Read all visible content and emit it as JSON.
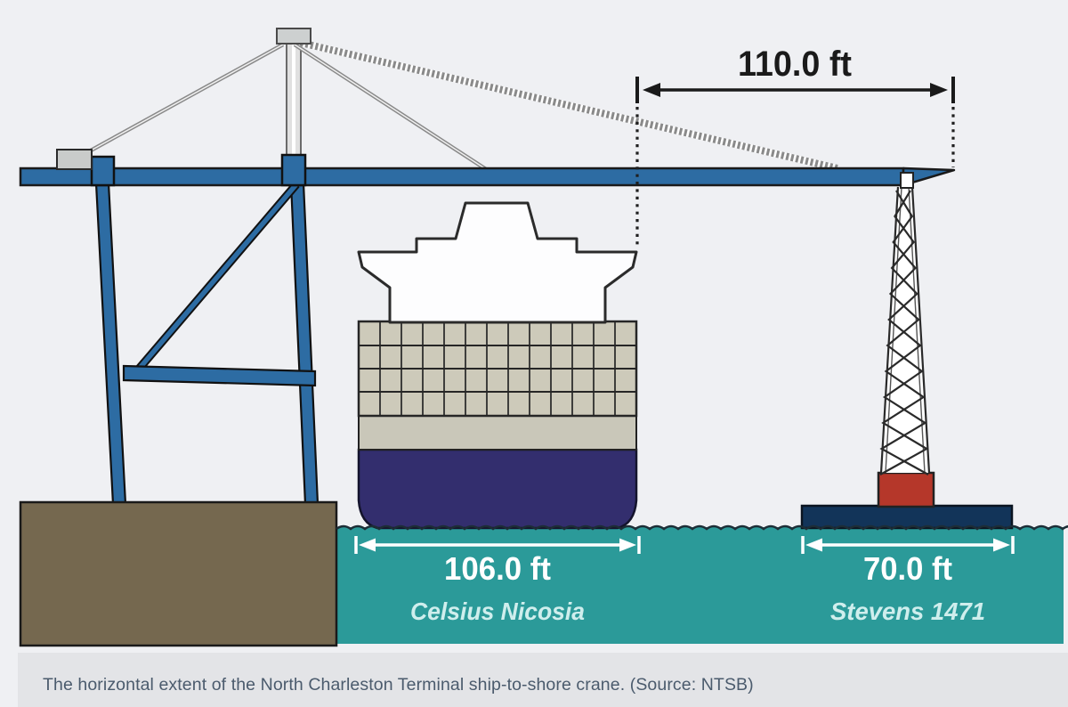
{
  "measurements": {
    "crane_outreach": {
      "value": "110.0 ft"
    },
    "ship": {
      "value": "106.0 ft",
      "name": "Celsius Nicosia"
    },
    "barge": {
      "value": "70.0 ft",
      "name": "Stevens 1471"
    }
  },
  "caption": {
    "text": "The horizontal extent of the North Charleston Terminal ship-to-shore crane. (Source: NTSB)"
  },
  "colors": {
    "page_bg": "#eff0f3",
    "caption_bg": "#e3e4e7",
    "caption_text": "#4b5b6d",
    "crane_blue": "#2d6ca3",
    "water_teal": "#2b9a99",
    "hull_navy": "#332e6e",
    "ship_band": "#c9c7b9",
    "container_gray": "#cdcaba",
    "barge_navy": "#123459",
    "pedestal_red": "#b5372a",
    "wharf_brown": "#75684f",
    "wave_line": "#1d2d36",
    "dim_dark": "#1a1a1a",
    "dim_light": "#ffffff",
    "vessel_label": "#cfeeed"
  }
}
